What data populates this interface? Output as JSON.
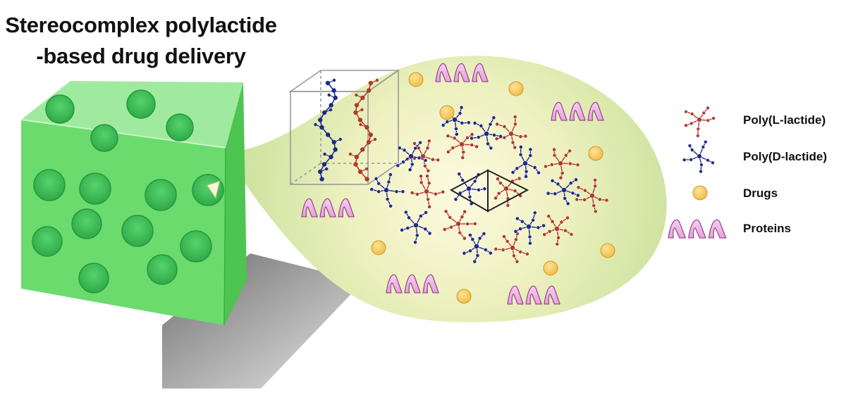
{
  "title": {
    "line1": "Stereocomplex polylactide",
    "line2": "-based drug delivery"
  },
  "legend": [
    {
      "key": "plla",
      "label": "Poly(L-lactide)",
      "color": "#b03b2f",
      "icon": "plla-molecule-icon"
    },
    {
      "key": "pdla",
      "label": "Poly(D-lactide)",
      "color": "#1e2a8a",
      "icon": "pdla-molecule-icon"
    },
    {
      "key": "drug",
      "label": "Drugs",
      "color": "#f6c65a",
      "icon": "drug-icon"
    },
    {
      "key": "protein",
      "label": "Proteins",
      "color": "#f0b2e6",
      "icon": "protein-icon"
    }
  ],
  "colors": {
    "cube_front": "#66d968",
    "cube_side": "#4cc650",
    "cube_top": "#9ae89a",
    "particle": "#3fba55",
    "bubble_inner": "#fbf7d2",
    "bubble_outer": "#cfe3a2",
    "shadow": "#a8a8a8"
  }
}
